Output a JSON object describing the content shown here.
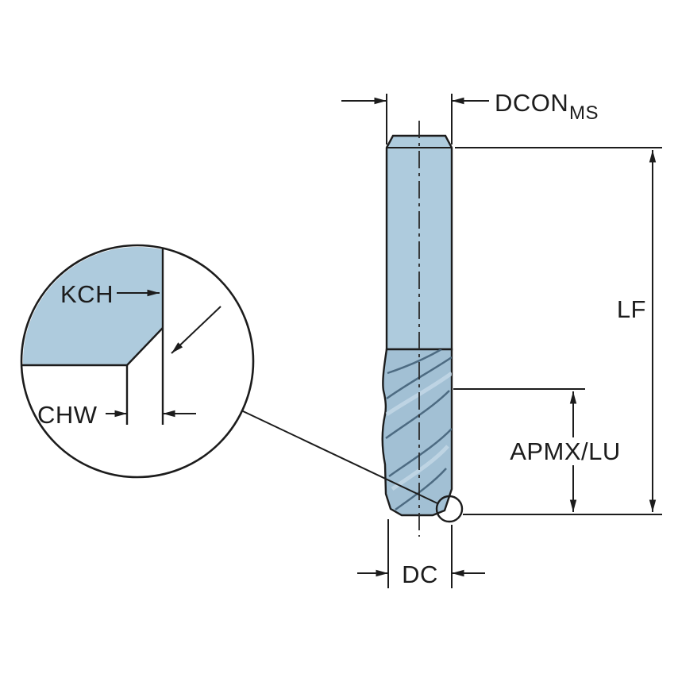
{
  "diagram": {
    "type": "technical-drawing",
    "subject": "end mill cutter dimension drawing with corner chamfer detail view",
    "dimension_labels": {
      "dcon": {
        "text": "DCON",
        "subscript": "MS"
      },
      "lf": "LF",
      "apmx_lu": "APMX/LU",
      "dc": "DC",
      "kch": "KCH",
      "chw": "CHW"
    },
    "colors": {
      "line": "#1c1c1c",
      "shank_fill": "#aecbdd",
      "flute_fill": "#a2c0d4",
      "flute_line": "#4d6b82",
      "flute_highlight": "#c3d7e6",
      "detail_fill": "#aecbdd",
      "background": "#ffffff"
    }
  }
}
